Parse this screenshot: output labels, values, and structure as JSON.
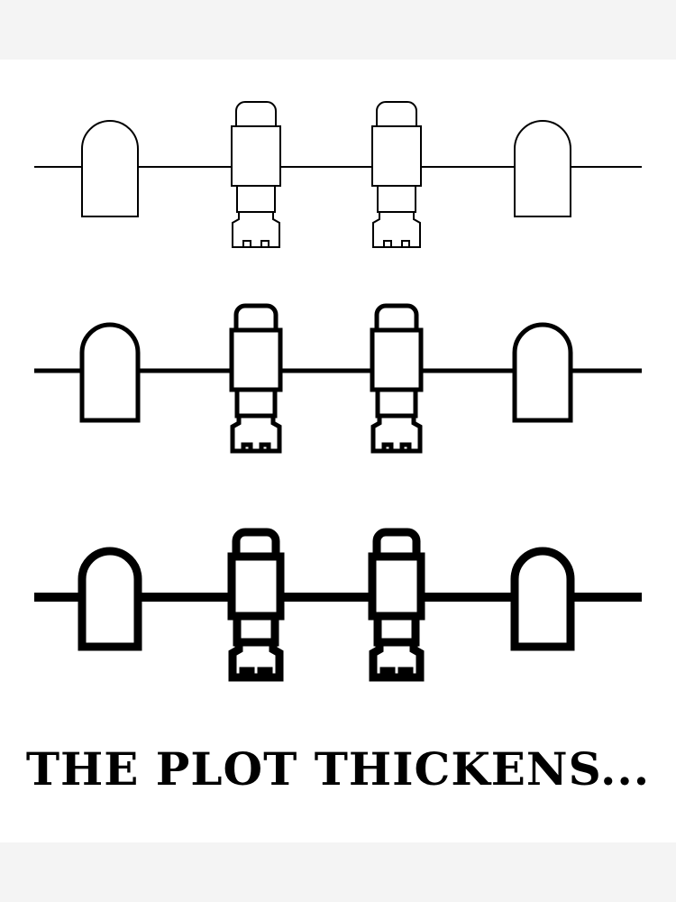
{
  "poster": {
    "caption": "THE PLOT THICKENS...",
    "figure_outline_color": "#000000",
    "background_color": "#ffffff",
    "rows": [
      {
        "name": "thin",
        "figures": [
          "tombstone",
          "foosball-player",
          "foosball-player",
          "tombstone"
        ]
      },
      {
        "name": "medium",
        "figures": [
          "tombstone",
          "foosball-player",
          "foosball-player",
          "tombstone"
        ]
      },
      {
        "name": "thick",
        "figures": [
          "tombstone",
          "foosball-player",
          "foosball-player",
          "tombstone"
        ]
      }
    ]
  }
}
